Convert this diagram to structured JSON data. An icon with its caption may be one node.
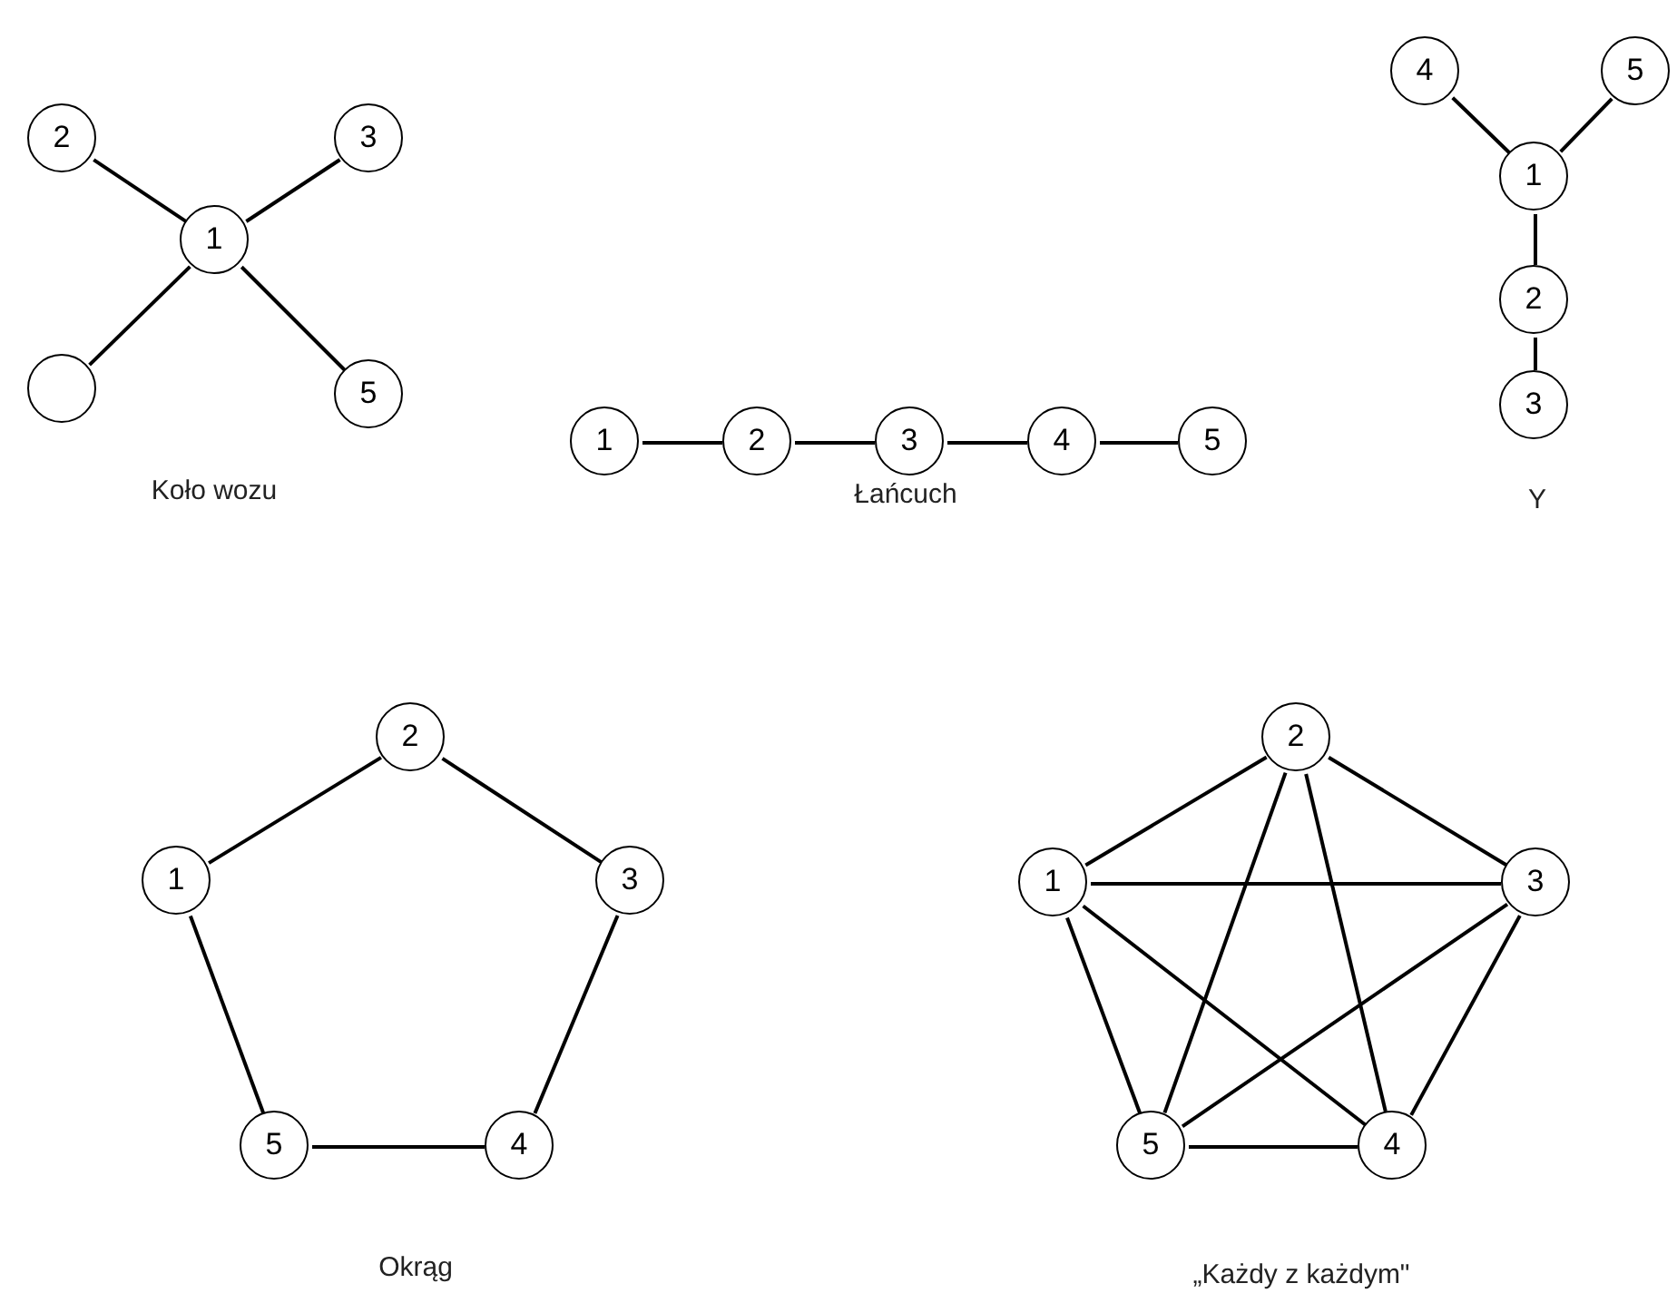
{
  "diagram": {
    "nodes": [
      {
        "text": [
          "2"
        ]
      },
      {
        "text": [
          "3"
        ]
      },
      {
        "text": [
          "1"
        ]
      },
      {
        "text": [],
        "shape": "circle"
      },
      {
        "text": [
          "5"
        ]
      },
      {
        "text": [
          "1"
        ]
      },
      {
        "text": [
          "2"
        ]
      },
      {
        "text": [
          "3"
        ]
      },
      {
        "text": [
          "4"
        ]
      },
      {
        "text": [
          "5"
        ]
      },
      {
        "text": [
          "4"
        ]
      },
      {
        "text": [
          "5"
        ]
      },
      {
        "text": [
          "1"
        ]
      },
      {
        "text": [
          "2"
        ]
      },
      {
        "text": [
          "3"
        ]
      },
      {
        "text": [
          "2"
        ]
      },
      {
        "text": [
          "1"
        ]
      },
      {
        "text": [
          "3"
        ]
      },
      {
        "text": [
          "5"
        ]
      },
      {
        "text": [
          "4"
        ]
      },
      {
        "text": [
          "2"
        ]
      },
      {
        "text": [
          "1"
        ]
      },
      {
        "text": [
          "3"
        ]
      },
      {
        "text": [
          "5"
        ]
      },
      {
        "text": [
          "4"
        ]
      }
    ],
    "edges": [
      {
        "from": 2,
        "to": 0,
        "arrow": "none"
      },
      {
        "from": 2,
        "to": 1,
        "arrow": "none"
      },
      {
        "from": 2,
        "to": 3,
        "arrow": "none"
      },
      {
        "from": 2,
        "to": 4,
        "arrow": "none"
      },
      {
        "from": 5,
        "to": 6,
        "arrow": "none"
      },
      {
        "from": 6,
        "to": 7,
        "arrow": "none"
      },
      {
        "from": 7,
        "to": 8,
        "arrow": "none"
      },
      {
        "from": 8,
        "to": 9,
        "arrow": "none"
      },
      {
        "from": 12,
        "to": 10,
        "arrow": "none"
      },
      {
        "from": 12,
        "to": 11,
        "arrow": "none"
      },
      {
        "from": 12,
        "to": 13,
        "arrow": "none"
      },
      {
        "from": 13,
        "to": 14,
        "arrow": "none"
      },
      {
        "from": 16,
        "to": 15,
        "arrow": "none"
      },
      {
        "from": 15,
        "to": 17,
        "arrow": "none"
      },
      {
        "from": 17,
        "to": 19,
        "arrow": "none"
      },
      {
        "from": 19,
        "to": 18,
        "arrow": "none"
      },
      {
        "from": 18,
        "to": 16,
        "arrow": "none"
      },
      {
        "from": 21,
        "to": 20,
        "arrow": "none"
      },
      {
        "from": 20,
        "to": 22,
        "arrow": "none"
      },
      {
        "from": 22,
        "to": 24,
        "arrow": "none"
      },
      {
        "from": 24,
        "to": 23,
        "arrow": "none"
      },
      {
        "from": 23,
        "to": 21,
        "arrow": "none"
      },
      {
        "from": 21,
        "to": 22,
        "arrow": "none"
      },
      {
        "from": 21,
        "to": 24,
        "arrow": "none"
      },
      {
        "from": 20,
        "to": 23,
        "arrow": "none"
      },
      {
        "from": 20,
        "to": 24,
        "arrow": "none"
      },
      {
        "from": 22,
        "to": 23,
        "arrow": "none"
      }
    ],
    "labels": [
      "Koło wozu",
      "Łańcuch",
      "Y",
      "Okrąg",
      "„Każdy z każdym\""
    ]
  }
}
